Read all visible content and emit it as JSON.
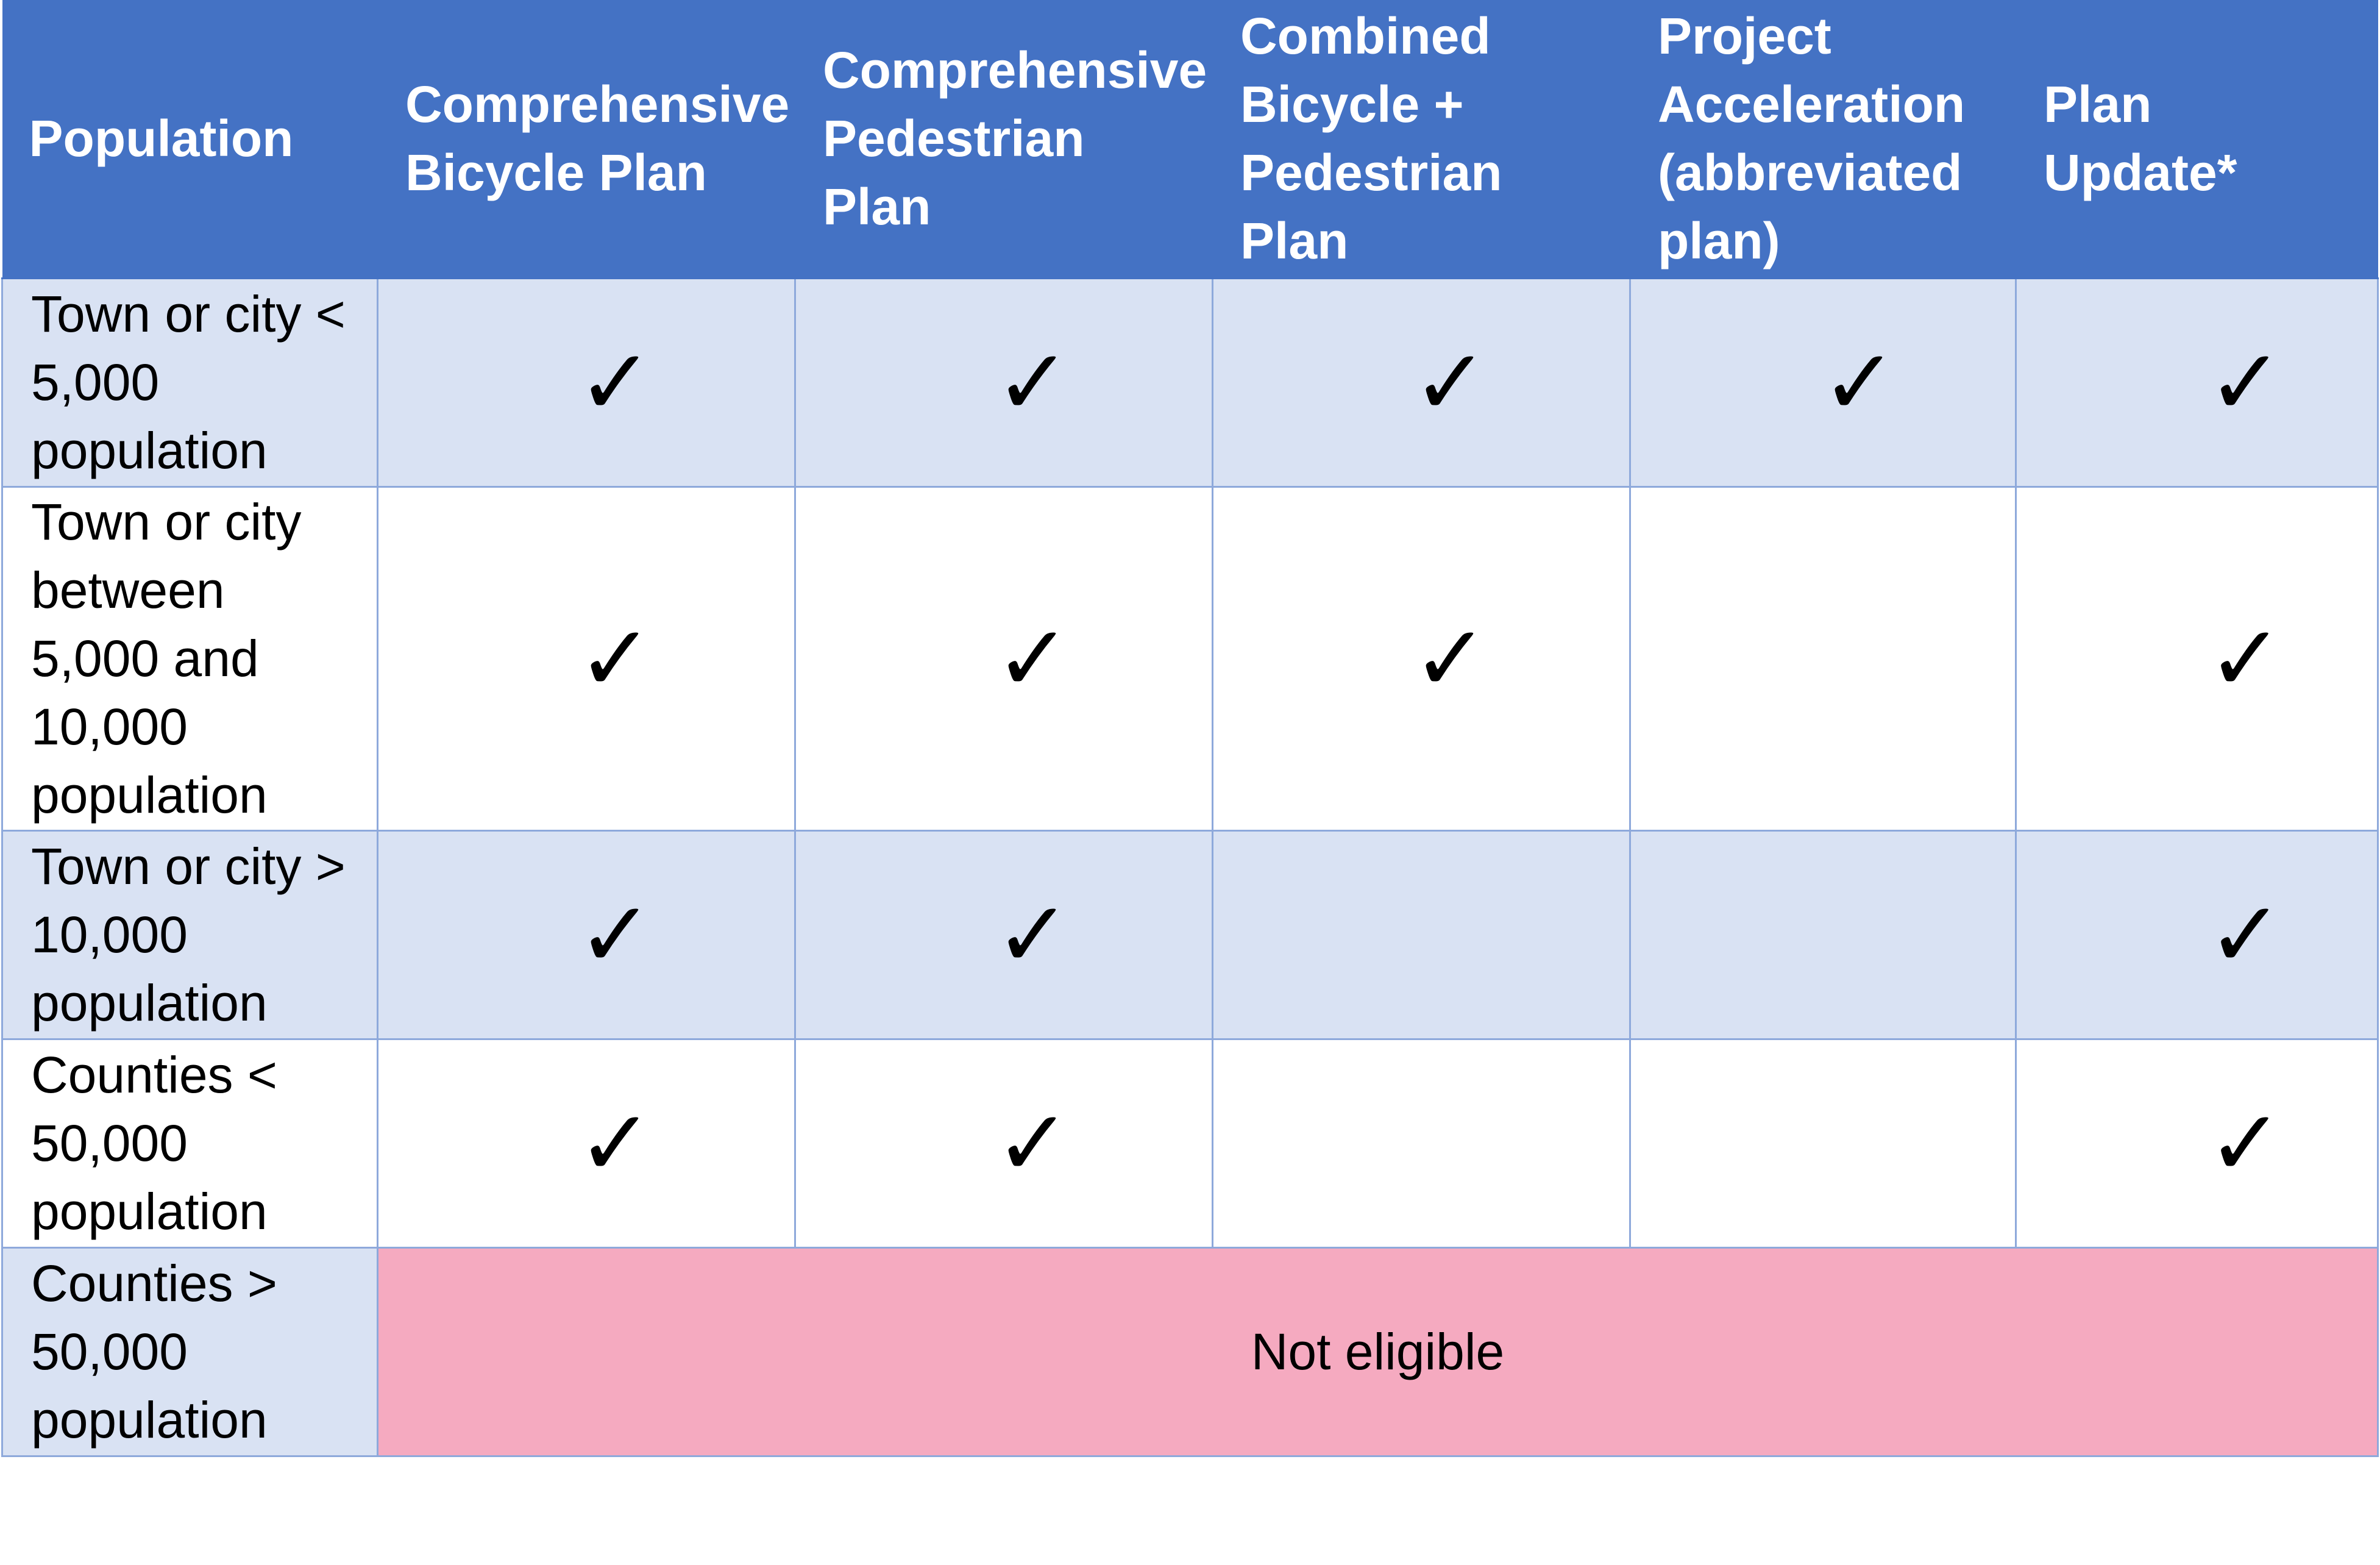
{
  "table": {
    "headers": [
      "Population",
      "Comprehensive Bicycle Plan",
      "Comprehensive Pedestrian Plan",
      "Combined Bicycle + Pedestrian Plan",
      "Project Acceleration (abbreviated plan)",
      "Plan Update*"
    ],
    "check_symbol": "✓",
    "rows": [
      {
        "label": "Town or city < 5,000 population",
        "eligible": [
          true,
          true,
          true,
          true,
          true
        ]
      },
      {
        "label": "Town or city between 5,000 and 10,000 population",
        "eligible": [
          true,
          true,
          true,
          false,
          true
        ]
      },
      {
        "label": "Town or city > 10,000 population",
        "eligible": [
          true,
          true,
          false,
          false,
          true
        ]
      },
      {
        "label": "Counties < 50,000 population",
        "eligible": [
          true,
          true,
          false,
          false,
          true
        ]
      },
      {
        "label": "Counties > 50,000 population",
        "status": "Not eligible"
      }
    ]
  },
  "colors": {
    "header_bg": "#4472c4",
    "header_text": "#ffffff",
    "band_bg": "#d9e2f3",
    "border": "#8ea9db",
    "not_eligible_bg": "#f5aac0"
  }
}
